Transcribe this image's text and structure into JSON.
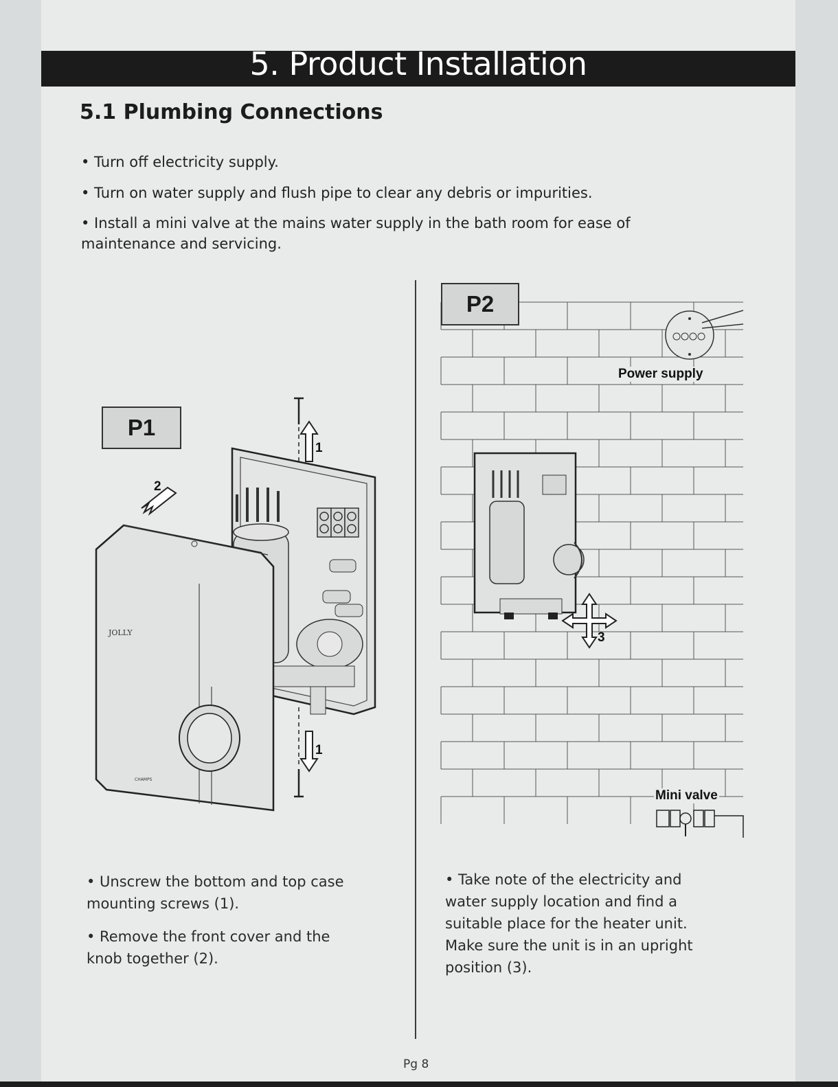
{
  "header": {
    "title": "5. Product Installation"
  },
  "section": {
    "title": "5.1  Plumbing Connections"
  },
  "bullets": [
    "• Turn off electricity supply.",
    "• Turn on water supply and flush pipe to clear any debris or impurities.",
    "• Install a mini valve at the mains water supply in the bath room for ease of",
    "maintenance and servicing."
  ],
  "figure_p1": {
    "label": "P1",
    "arrow_label_top": "1",
    "arrow_label_bottom": "1",
    "arrow_label_front": "2",
    "brand": "JOLLY",
    "maker": "CHAMPS"
  },
  "figure_p2": {
    "label": "P2",
    "power_supply": "Power supply",
    "mini_valve": "Mini valve",
    "arrow_label": "3"
  },
  "caption_left": [
    "• Unscrew the bottom and top case",
    "mounting screws (1).",
    "• Remove the front cover and the",
    "knob together (2)."
  ],
  "caption_right": [
    "• Take note of the electricity and",
    "water supply location and find a",
    "suitable place for the heater unit.",
    "Make sure the unit is in an upright",
    "position (3)."
  ],
  "footer": {
    "page": "Pg 8"
  }
}
